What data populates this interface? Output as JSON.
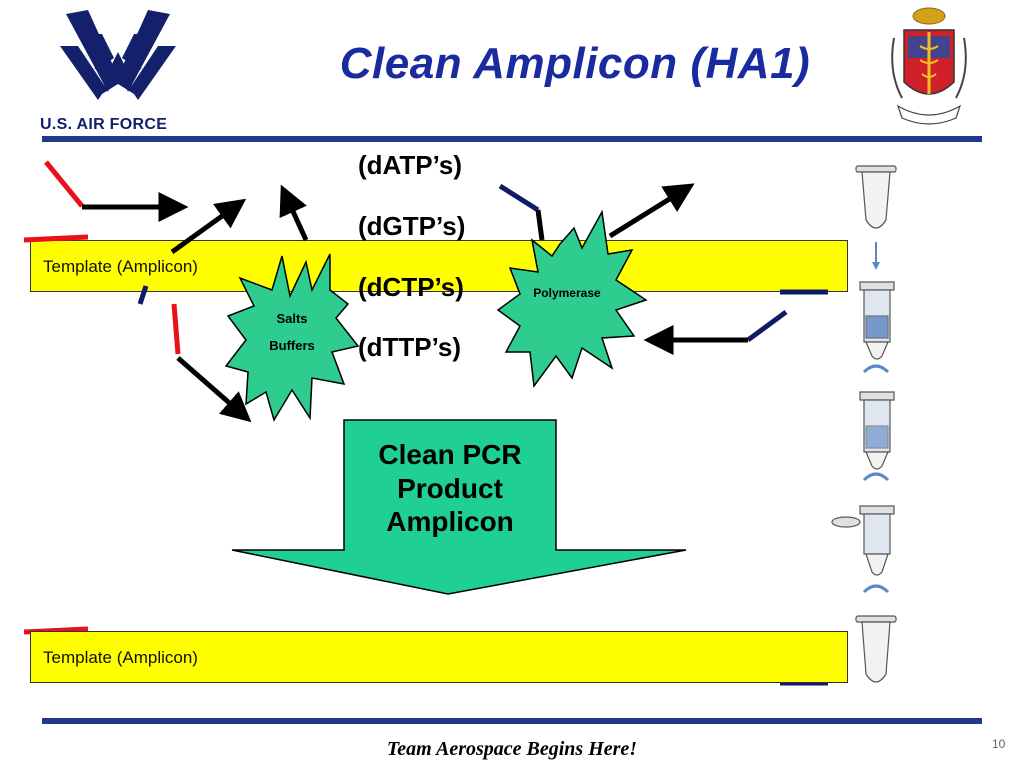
{
  "slide": {
    "title": "Clean Amplicon (HA1)",
    "footer": "Team Aerospace Begins Here!",
    "page_number": "10"
  },
  "logos": {
    "left": {
      "icon": "air-force-wings-logo",
      "wordmark": "U.S. AIR FORCE"
    },
    "right": {
      "icon": "medical-crest-logo"
    }
  },
  "diagram": {
    "template_top_label": "Template (Amplicon)",
    "template_bottom_label": "Template (Amplicon)",
    "nucleotides": [
      "(dATP’s)",
      "(dGTP’s)",
      "(dCTP’s)",
      "(dTTP’s)"
    ],
    "salts_label_1": "Salts",
    "salts_label_2": "Buffers",
    "polymerase_label": "Polymerase",
    "clean_label_1": "Clean PCR",
    "clean_label_2": "Product",
    "clean_label_3": "Amplicon"
  },
  "colors": {
    "title": "#1a2ba0",
    "rule": "#1f3a8a",
    "template": "#ffff00",
    "starburst": "#2ecc8f",
    "arrow_fill": "#1fcf96",
    "primer_red": "#e8101a",
    "primer_navy": "#111a66"
  }
}
